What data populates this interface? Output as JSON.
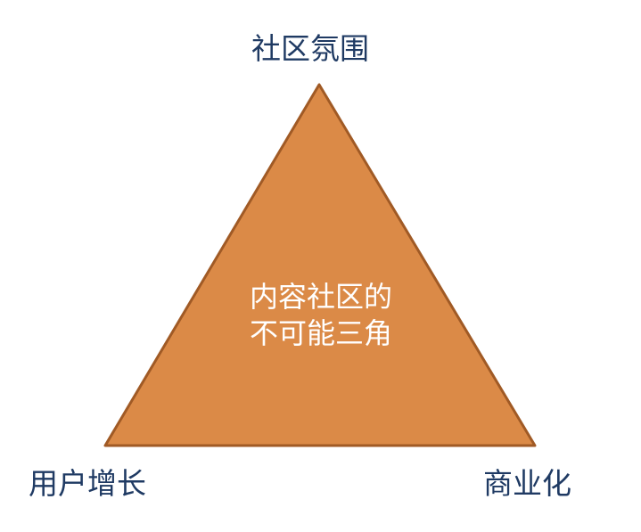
{
  "diagram": {
    "vertices": {
      "top": "社区氛围",
      "bottom_left": "用户增长",
      "bottom_right": "商业化"
    },
    "center": {
      "line1": "内容社区的",
      "line2": "不可能三角"
    },
    "colors": {
      "triangle_fill": "#db8a47",
      "triangle_stroke": "#a05a25",
      "label_text": "#1f3a63",
      "center_text": "#ffffff"
    }
  }
}
